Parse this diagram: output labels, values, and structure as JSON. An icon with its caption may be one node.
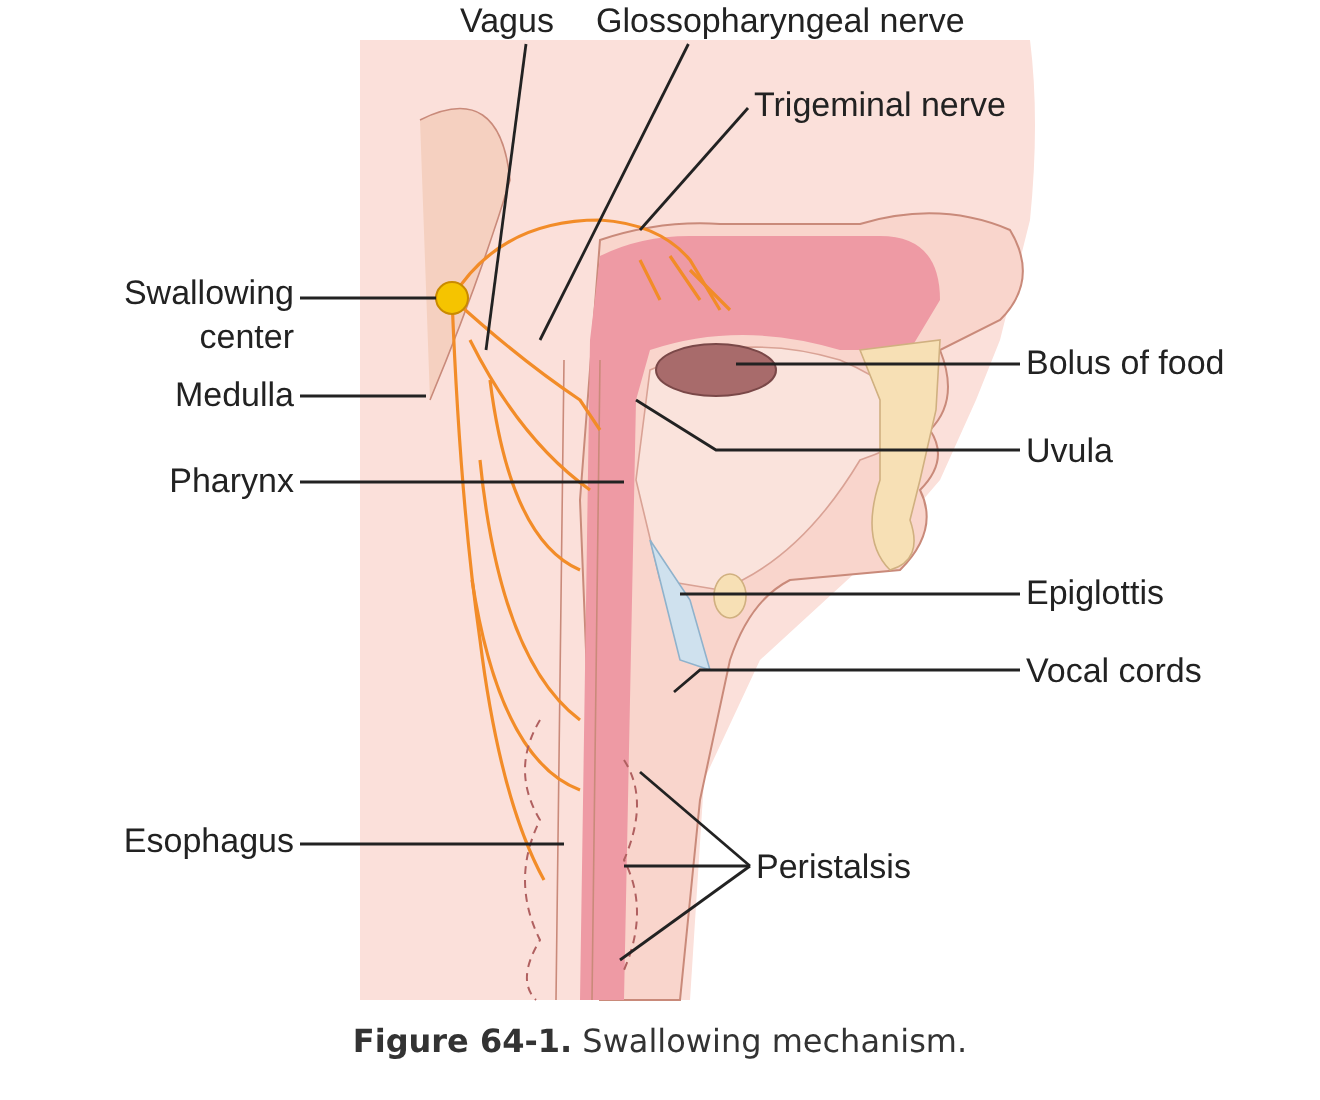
{
  "diagram": {
    "caption": "**Figure 64-1.** Swallowing mechanism.",
    "nodes": [
      {
        "text": [
          "Vagus"
        ]
      },
      {
        "text": [
          "Glossopharyngeal nerve"
        ]
      },
      {
        "text": [
          "Trigeminal nerve"
        ]
      },
      {
        "text": [
          "Swallowing center"
        ]
      },
      {
        "text": [
          "Medulla"
        ]
      },
      {
        "text": [
          "Bolus of food"
        ]
      },
      {
        "text": [
          "Pharynx"
        ]
      },
      {
        "text": [
          "Uvula"
        ]
      },
      {
        "text": [
          "Epiglottis"
        ]
      },
      {
        "text": [
          "Vocal cords"
        ]
      },
      {
        "text": [
          "Esophagus"
        ]
      },
      {
        "text": [
          "Peristalsis"
        ]
      }
    ],
    "edges": [
      {
        "from": 0,
        "to": null,
        "arrow": "none"
      },
      {
        "from": 1,
        "to": null,
        "arrow": "none"
      },
      {
        "from": 2,
        "to": null,
        "arrow": "none"
      },
      {
        "from": 3,
        "to": null,
        "arrow": "none"
      },
      {
        "from": 4,
        "to": null,
        "arrow": "none"
      },
      {
        "from": 5,
        "to": null,
        "arrow": "none"
      },
      {
        "from": 6,
        "to": null,
        "arrow": "none"
      },
      {
        "from": 7,
        "to": null,
        "arrow": "none"
      },
      {
        "from": 8,
        "to": null,
        "arrow": "none"
      },
      {
        "from": 9,
        "to": null,
        "arrow": "none"
      },
      {
        "from": 10,
        "to": null,
        "arrow": "none"
      },
      {
        "from": 11,
        "to": null,
        "arrow": "none"
      },
      {
        "from": 11,
        "to": null,
        "arrow": "none"
      },
      {
        "from": 11,
        "to": null,
        "arrow": "none"
      }
    ]
  }
}
